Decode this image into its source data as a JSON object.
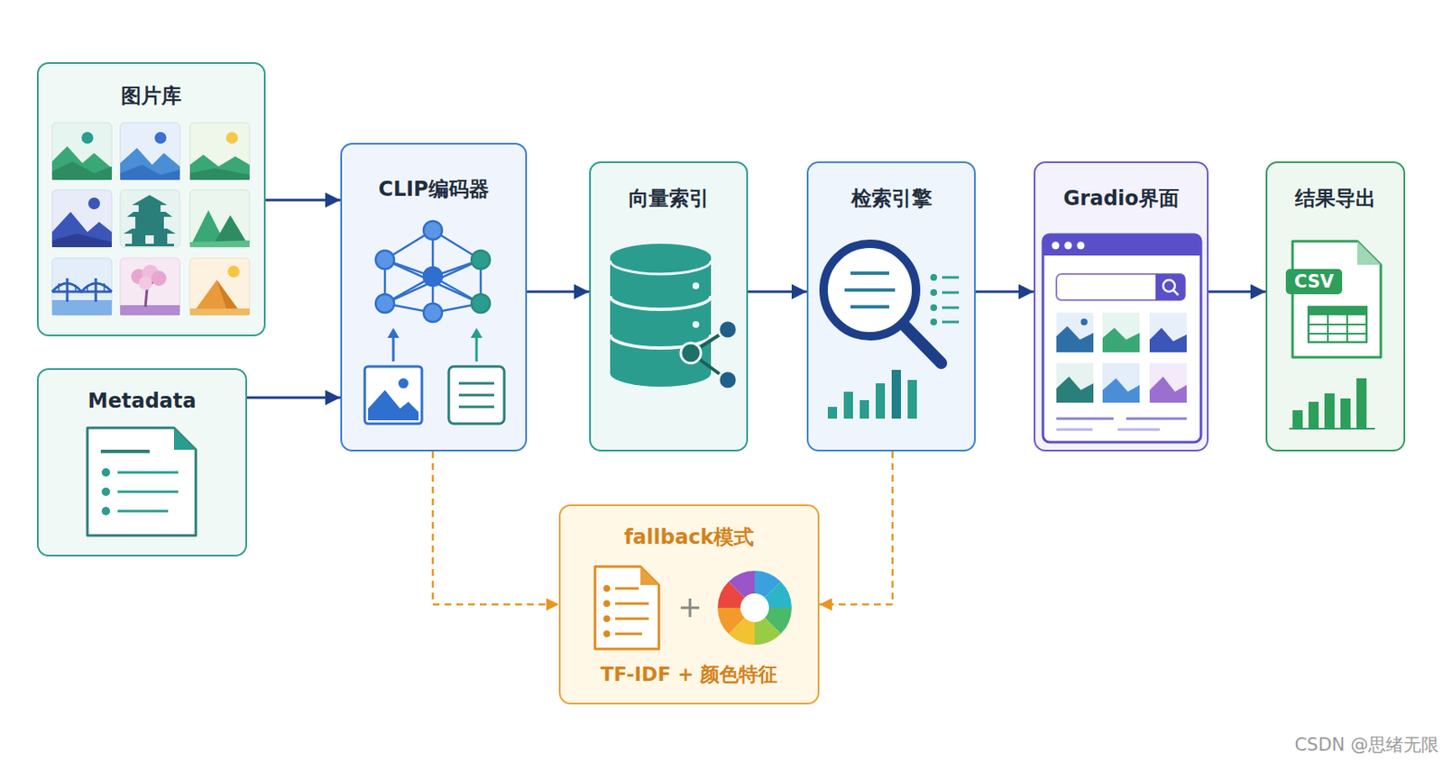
{
  "diagram": {
    "nodes": [
      {
        "text": [
          "图片库"
        ]
      },
      {
        "text": [
          "Metadata"
        ]
      },
      {
        "text": [
          "CLIP编码器"
        ]
      },
      {
        "text": [
          "向量索引"
        ]
      },
      {
        "text": [
          "检索引擎"
        ]
      },
      {
        "text": [
          "Gradio界面"
        ]
      },
      {
        "text": [
          "结果导出"
        ]
      },
      {
        "text": [
          "fallback模式",
          "TF-IDF + 颜色特征"
        ]
      }
    ],
    "edges": [
      {
        "from": 0,
        "to": 2,
        "arrow": "to"
      },
      {
        "from": 1,
        "to": 2,
        "arrow": "to"
      },
      {
        "from": 2,
        "to": 3,
        "arrow": "to"
      },
      {
        "from": 3,
        "to": 4,
        "arrow": "to"
      },
      {
        "from": 4,
        "to": 5,
        "arrow": "to"
      },
      {
        "from": 5,
        "to": 6,
        "arrow": "to"
      },
      {
        "from": 2,
        "to": 7,
        "arrow": "to"
      },
      {
        "from": 4,
        "to": 7,
        "arrow": "to"
      }
    ],
    "labels": [
      "CSV",
      "CSDN @思绪无限"
    ]
  }
}
